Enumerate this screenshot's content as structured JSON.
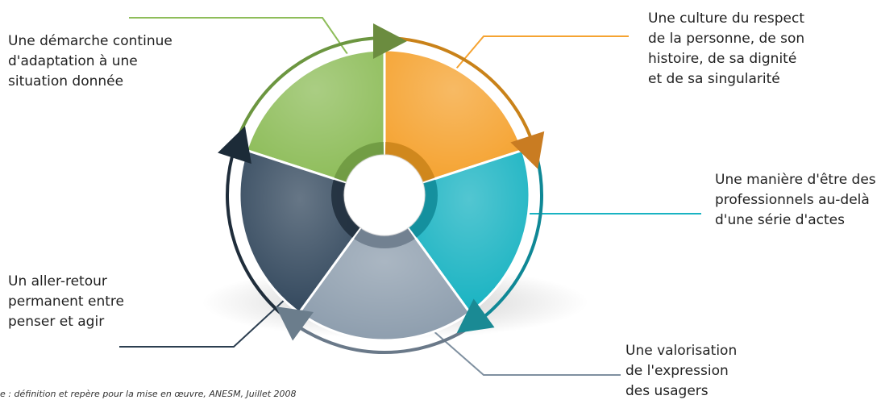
{
  "segments": [
    {
      "key": "green",
      "color": "#8ebd5a",
      "shadow": "#6c9640",
      "arrow": "#6b8c3f",
      "line": "#8ebd5a",
      "label": "Une démarche continue\nd'adaptation à une\nsituation donnée"
    },
    {
      "key": "orange",
      "color": "#f5a331",
      "shadow": "#c98219",
      "arrow": "#c97c22",
      "line": "#f5a331",
      "label": "Une culture du respect\nde la personne, de son\nhistoire, de sa dignité\net de sa singularité"
    },
    {
      "key": "teal",
      "color": "#19b3c2",
      "shadow": "#0f8896",
      "arrow": "#1a8a94",
      "line": "#19b3c2",
      "label": "Une manière d'être des\nprofessionnels au-delà\nd'une série d'actes"
    },
    {
      "key": "grey",
      "color": "#8e9eae",
      "shadow": "#6a7989",
      "arrow": "#6b7d8c",
      "line": "#7f90a0",
      "label": "Une valorisation\nde l'expression\ndes usagers"
    },
    {
      "key": "navy",
      "color": "#34495e",
      "shadow": "#1f2d3b",
      "arrow": "#1c2b38",
      "line": "#2c3e50",
      "label": "Un aller-retour\npermanent entre\npenser et agir"
    }
  ],
  "source": "e : définition et repère pour la mise en œuvre,  ANESM, Juillet 2008"
}
